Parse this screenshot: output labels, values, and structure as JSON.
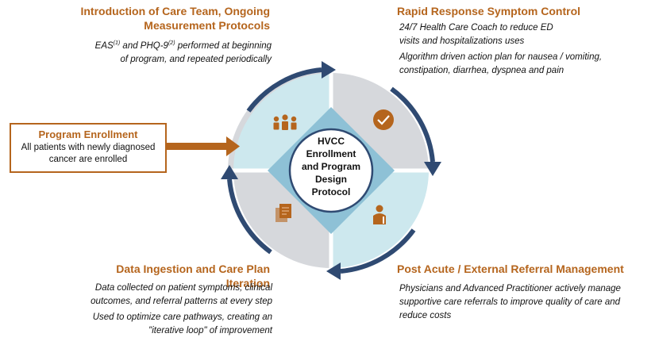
{
  "center": {
    "lines": [
      "HVCC",
      "Enrollment",
      "and Program",
      "Design",
      "Protocol"
    ]
  },
  "top_left": {
    "heading_line1": "Introduction of Care Team, Ongoing",
    "heading_line2": "Measurement Protocols",
    "eas_label": "EAS",
    "eas_ref": "(1)",
    "and_text": " and PHQ-9",
    "phq_ref": "(2)",
    "body_rest_line1": " performed at beginning",
    "body_line2": "of program, and repeated periodically"
  },
  "top_right": {
    "heading": "Rapid Response Symptom Control",
    "para1_line1": "24/7 Health Care Coach to reduce ED",
    "para1_line2": "visits and hospitalizations uses",
    "para2_line1": "Algorithm driven action plan for nausea / vomiting,",
    "para2_line2": "constipation, diarrhea, dyspnea and pain"
  },
  "bottom_left": {
    "heading": "Data Ingestion and Care Plan Iteration",
    "para1_line1": "Data collected on patient symptoms, clinical",
    "para1_line2": "outcomes, and referral patterns at every step",
    "para2_line1": "Used to optimize care pathways, creating an",
    "para2_line2": "\"iterative loop\" of improvement"
  },
  "bottom_right": {
    "heading": "Post Acute / External Referral Management",
    "para1_line1": "Physicians and Advanced Practitioner actively manage",
    "para1_line2": "supportive care referrals to improve quality of care and",
    "para1_line3": "reduce costs"
  },
  "enrollment": {
    "title": "Program Enrollment",
    "line1": "All patients with newly diagnosed",
    "line2": "cancer are enrolled"
  },
  "icons": {
    "top_left": "care-team-icon",
    "top_right": "checkmark-icon",
    "bottom_right": "physician-icon",
    "bottom_left": "documents-icon"
  },
  "colors": {
    "accent": "#b5651d",
    "arrow": "#2f4a72",
    "diamond": "#8ec1d6",
    "teal_quadrant": "#cde8ee",
    "gray_quadrant": "#d6d8dc"
  }
}
